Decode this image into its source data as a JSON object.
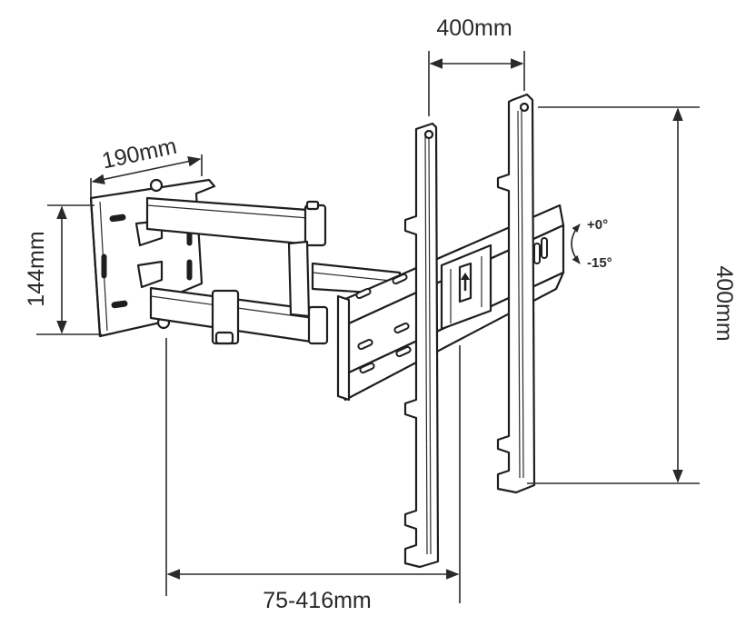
{
  "colors": {
    "line": "#1e1e1e",
    "text": "#2a2a2a",
    "background": "#ffffff"
  },
  "dimensions": {
    "vesa_width": "400mm",
    "vesa_height": "400mm",
    "wall_plate_width": "190mm",
    "wall_plate_height": "144mm",
    "extension_range": "75-416mm"
  },
  "tilt": {
    "up": "+0°",
    "down": "-15°"
  },
  "icons": {
    "tilt_arrow": "curved-double-arrow-icon",
    "level_arrow": "up-arrow-icon"
  }
}
